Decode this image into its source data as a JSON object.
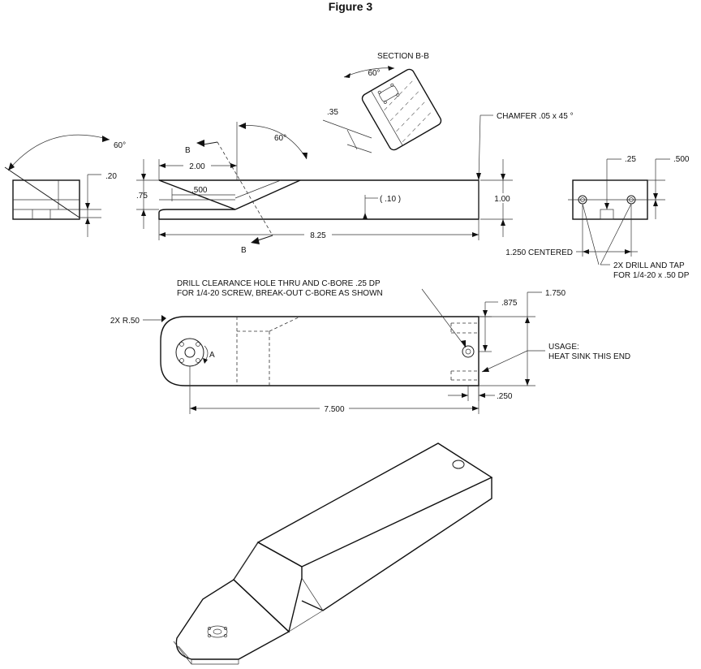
{
  "title": "Figure 3",
  "section_label": "SECTION B-B",
  "dims": {
    "section_angle": "60°",
    "section_thickness": ".35",
    "chamfer": "CHAMFER .05 x 45 °",
    "left_angle": "60°",
    "left_height": ".20",
    "front_angle": "60°",
    "front_len": "2.00",
    "front_height": ".75",
    "front_slot": ".500",
    "front_ref": "( .10 )",
    "front_full_height": "1.00",
    "front_total": "8.25",
    "end_spacing": ".25",
    "end_height": ".500",
    "end_centered": "1.250 CENTERED",
    "top_radius": "2X R.50",
    "top_offset": ".875",
    "top_width": "1.750",
    "top_edge": ".250",
    "top_length": "7.500"
  },
  "section_marks": {
    "upper": "B",
    "lower": "B"
  },
  "view_marks": {
    "a": "A"
  },
  "notes": {
    "drill_line1": "DRILL CLEARANCE HOLE THRU AND C-BORE .25 DP",
    "drill_line2": "FOR 1/4-20 SCREW, BREAK-OUT C-BORE AS SHOWN",
    "tap_line1": "2X DRILL AND TAP",
    "tap_line2": "FOR 1/4-20 x .50 DP",
    "usage_line1": "USAGE:",
    "usage_line2": "HEAT SINK THIS END"
  }
}
